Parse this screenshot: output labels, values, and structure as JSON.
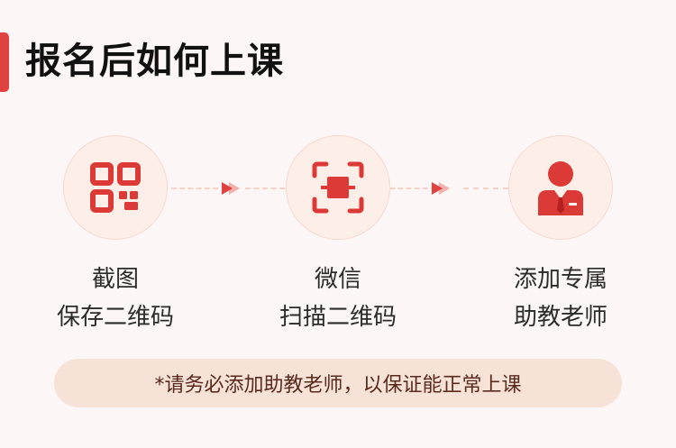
{
  "header": {
    "title": "报名后如何上课"
  },
  "steps": [
    {
      "icon": "qr-code-icon",
      "line1": "截图",
      "line2": "保存二维码"
    },
    {
      "icon": "scan-frame-icon",
      "line1": "微信",
      "line2": "扫描二维码"
    },
    {
      "icon": "teacher-avatar-icon",
      "line1": "添加专属",
      "line2": "助教老师"
    }
  ],
  "notice": {
    "text": "*请务必添加助教老师，以保证能正常上课"
  },
  "colors": {
    "accent": "#e0423f",
    "circle_bg": "#fdeee8",
    "notice_bg": "#f6e2d7",
    "page_bg": "#fcf7f6"
  }
}
